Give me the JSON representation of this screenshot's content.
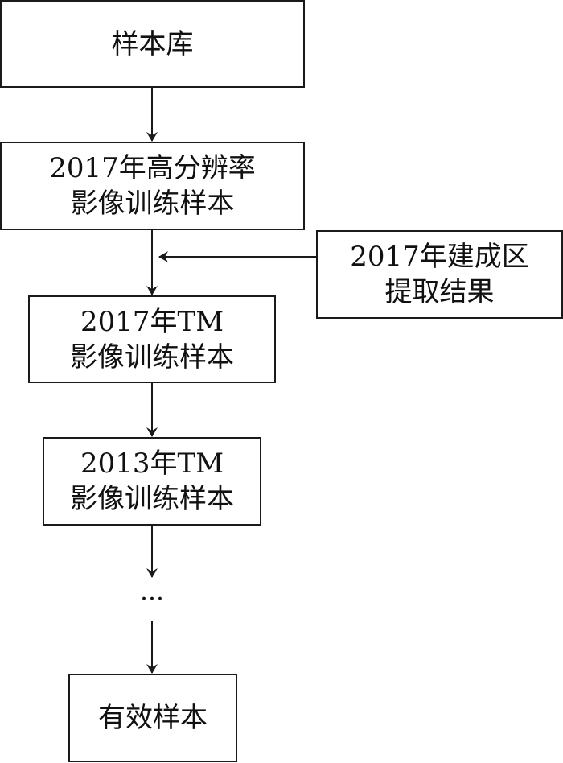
{
  "nodes": {
    "sample_library": {
      "lines": [
        "样本库"
      ]
    },
    "hr_2017": {
      "lines": [
        "2017年高分辨率",
        "影像训练样本"
      ]
    },
    "tm_2017": {
      "lines": [
        "2017年TM",
        "影像训练样本"
      ]
    },
    "builtup_2017": {
      "lines": [
        "2017年建成区",
        "提取结果"
      ]
    },
    "tm_2013": {
      "lines": [
        "2013年TM",
        "影像训练样本"
      ]
    },
    "valid_samples": {
      "lines": [
        "有效样本"
      ]
    }
  },
  "ellipsis": "…",
  "colors": {
    "stroke": "#1a1a1a",
    "background": "#ffffff"
  }
}
